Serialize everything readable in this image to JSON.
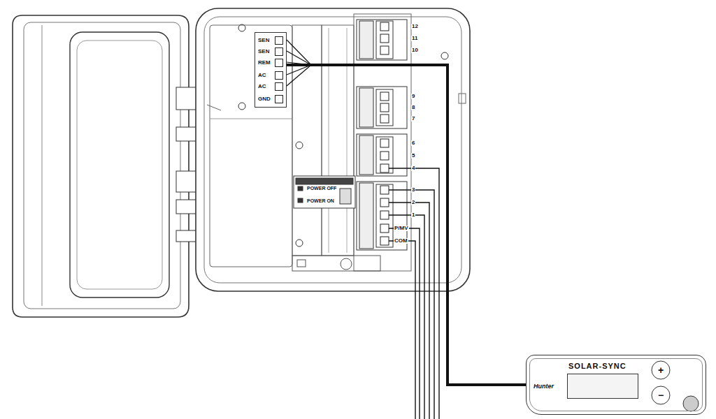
{
  "diagram": {
    "nodes": [
      {
        "text": [
          "SEN",
          "SEN",
          "REM",
          "AC",
          "AC",
          "GND"
        ]
      },
      {
        "text": [
          "SOLAR-SYNC",
          "Hunter"
        ]
      }
    ],
    "edges": [
      {
        "from": 0,
        "to": 1,
        "arrow": "none"
      }
    ],
    "labels": [
      "12",
      "11",
      "10",
      "9",
      "8",
      "7",
      "6",
      "5",
      "4",
      "3",
      "2",
      "1",
      "P/MV",
      "COM",
      "POWER OFF",
      "POWER ON",
      "+",
      "−"
    ]
  }
}
